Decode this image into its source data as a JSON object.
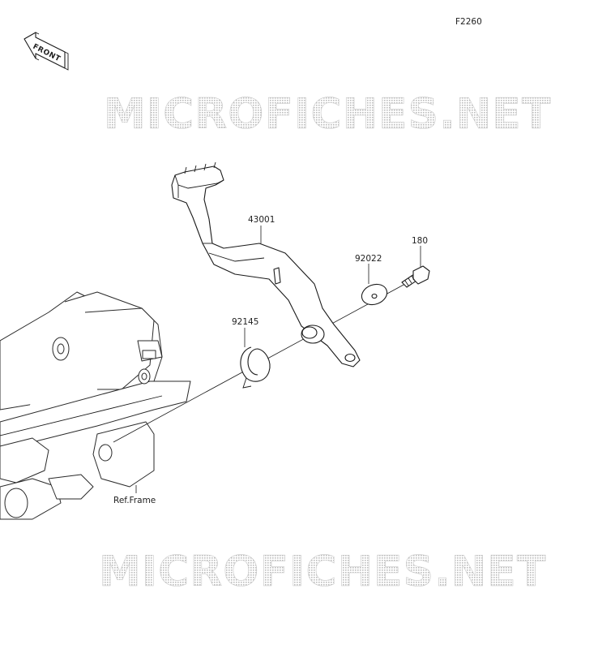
{
  "diagram": {
    "code": "F2260",
    "front_label": "FRONT",
    "watermark": "MICROFICHES.NET",
    "parts": [
      {
        "number": "43001"
      },
      {
        "number": "92022"
      },
      {
        "number": "180"
      },
      {
        "number": "92145"
      }
    ],
    "ref_label": "Ref.Frame"
  }
}
